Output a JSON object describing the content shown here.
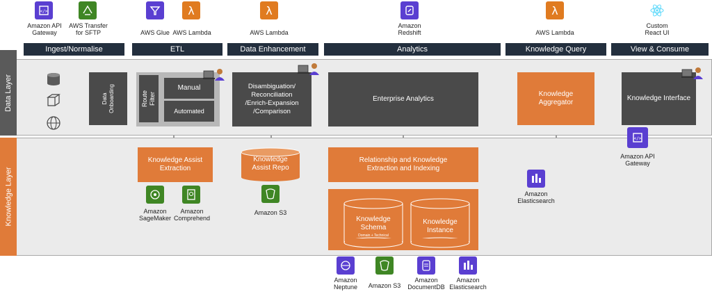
{
  "services": {
    "api_gateway_top": "Amazon API\nGateway",
    "transfer": "AWS Transfer\nfor SFTP",
    "glue": "AWS Glue",
    "lambda_etl": "AWS Lambda",
    "lambda_enh": "AWS Lambda",
    "redshift": "Amazon\nRedshift",
    "lambda_kq": "AWS Lambda",
    "react": "Custom\nReact UI",
    "api_gateway_bottom": "Amazon API\nGateway",
    "elasticsearch_mid": "Amazon\nElasticsearch",
    "sagemaker": "Amazon\nSageMaker",
    "comprehend": "Amazon\nComprehend",
    "s3_mid": "Amazon S3",
    "neptune": "Amazon\nNeptune",
    "s3_bottom": "Amazon S3",
    "documentdb": "Amazon\nDocumentDB",
    "elasticsearch_bottom": "Amazon\nElasticsearch"
  },
  "headers": {
    "ingest": "Ingest/Normalise",
    "etl": "ETL",
    "enhancement": "Data Enhancement",
    "analytics": "Analytics",
    "query": "Knowledge Query",
    "view": "View & Consume"
  },
  "layers": {
    "data": "Data Layer",
    "knowledge": "Knowledge Layer"
  },
  "boxes": {
    "onboarding": "Data\nOnboarding",
    "route_filter": "Route\nFilter",
    "manual": "Manual",
    "automated": "Automated",
    "disambiguation": "Disambiguation/\nReconciliation\n/Enrich-Expansion\n/Comparison",
    "enterprise_analytics": "Enterprise Analytics",
    "aggregator": "Knowledge\nAggregator",
    "interface": "Knowledge Interface",
    "assist_extraction": "Knowledge Assist\nExtraction",
    "assist_repo": "Knowledge\nAssist Repo",
    "relationship": "Relationship and Knowledge\nExtraction and Indexing",
    "schema": "Knowledge\nSchema",
    "schema_sub": "Domain + Technical",
    "instance": "Knowledge\nInstance"
  },
  "colors": {
    "header_bg": "#232f3e",
    "dark_box": "#4a4a4a",
    "orange": "#e07b39",
    "purple": "#5a3fd1",
    "green": "#3f8624",
    "lambda_orange": "#e07b20",
    "band": "#ebebeb"
  }
}
